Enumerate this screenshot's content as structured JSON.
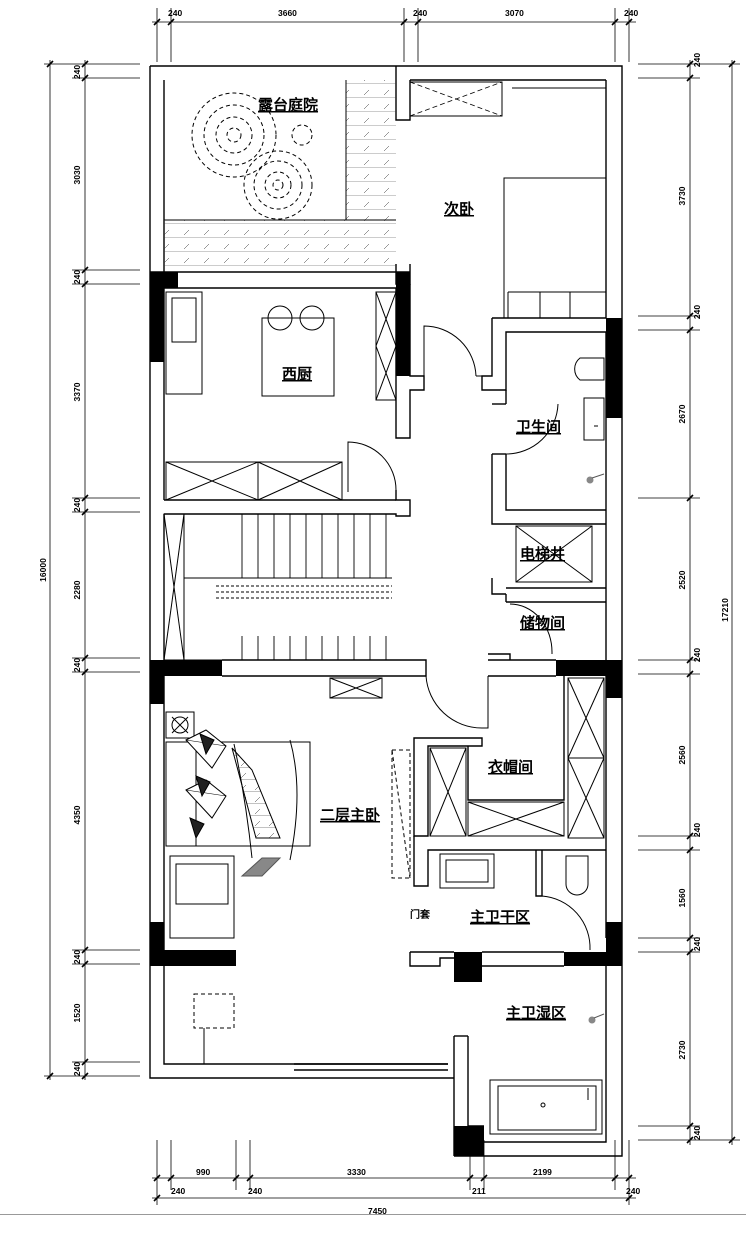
{
  "rooms": {
    "terrace": "露台庭院",
    "bedroom2": "次卧",
    "kitchen": "西厨",
    "bathroom": "卫生间",
    "elevator": "电梯井",
    "storage": "储物间",
    "closet": "衣帽间",
    "master": "二层主卧",
    "master_dry": "主卫干区",
    "master_wet": "主卫湿区",
    "door_cover": "门套"
  },
  "dims": {
    "top": [
      "240",
      "3660",
      "240",
      "3070",
      "240"
    ],
    "bottom": [
      "240",
      "990",
      "240",
      "3330",
      "211",
      "2199",
      "240"
    ],
    "bottom_total": "7450",
    "left": [
      "240",
      "3030",
      "240",
      "3370",
      "240",
      "2280",
      "240",
      "4350",
      "240",
      "1520",
      "240"
    ],
    "left_total": "16000",
    "right": [
      "240",
      "3730",
      "240",
      "2670",
      "2520",
      "240",
      "2560",
      "240",
      "1560",
      "240",
      "2730",
      "240"
    ],
    "right_total": "17210"
  }
}
